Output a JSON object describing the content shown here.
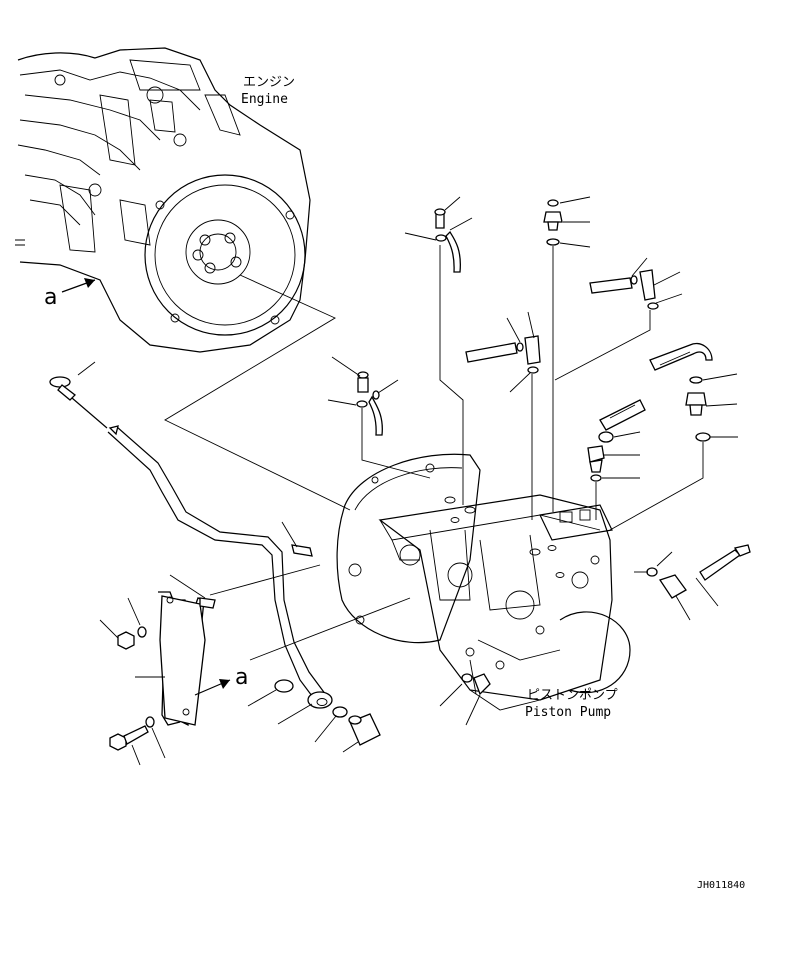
{
  "labels": {
    "engine_jp": "エンジン",
    "engine_en": "Engine",
    "pump_jp": "ピストンポンプ",
    "pump_en": "Piston Pump",
    "view_marker_a": "a",
    "drawing_code": "JH011840"
  }
}
